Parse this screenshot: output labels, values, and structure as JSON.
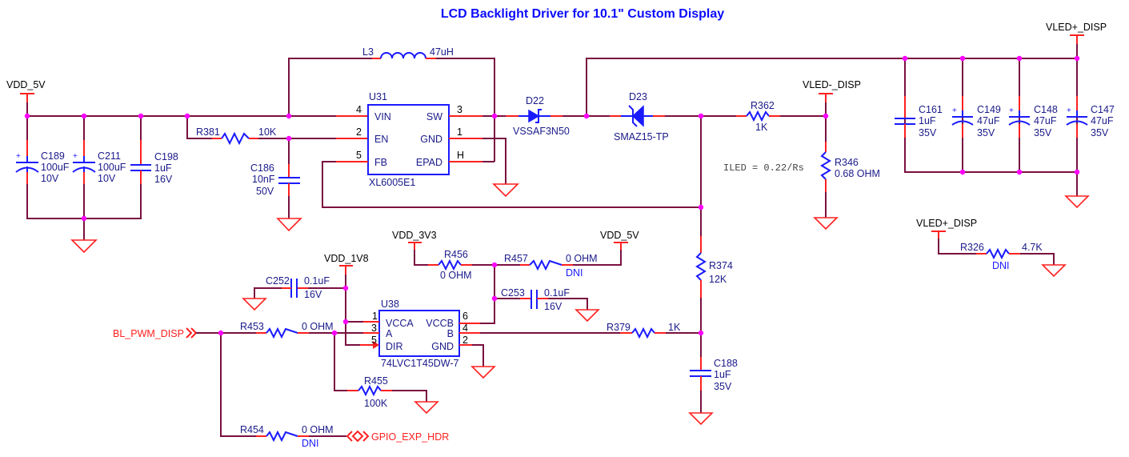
{
  "title": "LCD Backlight Driver for 10.1\" Custom Display",
  "colors": {
    "wire": "#7a1040",
    "pin": "#ff2020",
    "symbol": "#1a1aff",
    "junction": "#ff00ff",
    "title": "#0b0bff",
    "port": "#ff2020"
  },
  "nets": {
    "vdd_5v_a": "VDD_5V",
    "vdd_5v_b": "VDD_5V",
    "vdd_3v3": "VDD_3V3",
    "vdd_1v8": "VDD_1V8",
    "vled_minus": "VLED-_DISP",
    "vled_plus_a": "VLED+_DISP",
    "vled_plus_b": "VLED+_DISP"
  },
  "ports": {
    "bl_pwm": "BL_PWM_DISP",
    "gpio_exp": "GPIO_EXP_HDR"
  },
  "note": "ILED = 0.22/Rs",
  "components": {
    "C189": {
      "ref": "C189",
      "value": "100uF",
      "rating": "10V"
    },
    "C211": {
      "ref": "C211",
      "value": "100uF",
      "rating": "10V"
    },
    "C198": {
      "ref": "C198",
      "value": "1uF",
      "rating": "16V"
    },
    "R381": {
      "ref": "R381",
      "value": "10K"
    },
    "C186": {
      "ref": "C186",
      "value": "10nF",
      "rating": "50V"
    },
    "L3": {
      "ref": "L3",
      "value": "47uH"
    },
    "U31": {
      "ref": "U31",
      "part": "XL6005E1",
      "pins": [
        {
          "num": "4",
          "name": "VIN"
        },
        {
          "num": "2",
          "name": "EN"
        },
        {
          "num": "5",
          "name": "FB"
        },
        {
          "num": "3",
          "name": "SW"
        },
        {
          "num": "1",
          "name": "GND"
        },
        {
          "num": "H",
          "name": "EPAD"
        }
      ]
    },
    "D22": {
      "ref": "D22",
      "part": "VSSAF3N50"
    },
    "D23": {
      "ref": "D23",
      "part": "SMAZ15-TP"
    },
    "R362": {
      "ref": "R362",
      "value": "1K"
    },
    "R346": {
      "ref": "R346",
      "value": "0.68 OHM"
    },
    "C161": {
      "ref": "C161",
      "value": "1uF",
      "rating": "35V"
    },
    "C149": {
      "ref": "C149",
      "value": "47uF",
      "rating": "35V"
    },
    "C148": {
      "ref": "C148",
      "value": "47uF",
      "rating": "35V"
    },
    "C147": {
      "ref": "C147",
      "value": "47uF",
      "rating": "35V"
    },
    "R326": {
      "ref": "R326",
      "value": "4.7K",
      "dni": "DNI"
    },
    "R456": {
      "ref": "R456",
      "value": "0 OHM"
    },
    "R457": {
      "ref": "R457",
      "value": "0 OHM",
      "dni": "DNI"
    },
    "C252": {
      "ref": "C252",
      "value": "0.1uF",
      "rating": "16V"
    },
    "C253": {
      "ref": "C253",
      "value": "0.1uF",
      "rating": "16V"
    },
    "U38": {
      "ref": "U38",
      "part": "74LVC1T45DW-7",
      "pins": [
        {
          "num": "1",
          "name": "VCCA"
        },
        {
          "num": "3",
          "name": "A"
        },
        {
          "num": "5",
          "name": "DIR"
        },
        {
          "num": "6",
          "name": "VCCB"
        },
        {
          "num": "4",
          "name": "B"
        },
        {
          "num": "2",
          "name": "GND"
        }
      ]
    },
    "R374": {
      "ref": "R374",
      "value": "12K"
    },
    "R379": {
      "ref": "R379",
      "value": "1K"
    },
    "C188": {
      "ref": "C188",
      "value": "1uF",
      "rating": "35V"
    },
    "R453": {
      "ref": "R453",
      "value": "0 OHM"
    },
    "R455": {
      "ref": "R455",
      "value": "100K"
    },
    "R454": {
      "ref": "R454",
      "value": "0 OHM",
      "dni": "DNI"
    }
  }
}
